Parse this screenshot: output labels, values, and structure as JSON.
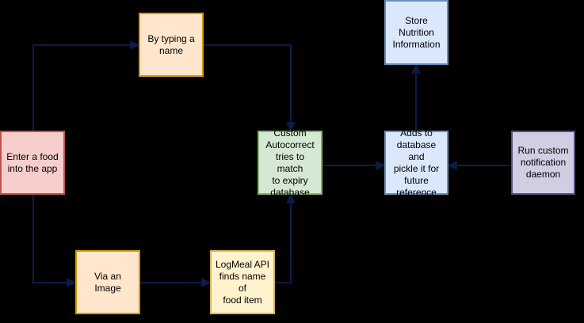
{
  "diagram": {
    "colors": {
      "background": "#000000",
      "edge": "#0d1b4a",
      "orange_fill": "#ffe6cc",
      "orange_border": "#d79b00",
      "yellow_fill": "#fff2cc",
      "yellow_border": "#d6b656",
      "blue_fill": "#dae8fc",
      "blue_border": "#6c8ebf",
      "red_fill": "#f8cecc",
      "red_border": "#b85450",
      "green_fill": "#d5e8d4",
      "green_border": "#82b366",
      "purple_fill": "#d0cee2",
      "purple_border": "#56517e"
    },
    "nodes": {
      "typing": {
        "label": "By typing a\nname",
        "fill": "#ffe6cc",
        "border": "#d79b00"
      },
      "store": {
        "label": "Store Nutrition\nInformation",
        "fill": "#dae8fc",
        "border": "#6c8ebf"
      },
      "enter": {
        "label": "Enter a food\ninto the app",
        "fill": "#f8cecc",
        "border": "#b85450"
      },
      "autocorrect": {
        "label": "Custom\nAutocorrect\ntries to match\nto expiry\ndatabase",
        "fill": "#d5e8d4",
        "border": "#82b366"
      },
      "adds": {
        "label": "Adds to\ndatabase and\npickle it for\nfuture\nreference",
        "fill": "#dae8fc",
        "border": "#6c8ebf"
      },
      "run": {
        "label": "Run custom\nnotification\ndaemon",
        "fill": "#d0cee2",
        "border": "#56517e"
      },
      "image": {
        "label": "Via an Image",
        "fill": "#ffe6cc",
        "border": "#d79b00"
      },
      "logmeal": {
        "label": "LogMeal API\nfinds name of\nfood item",
        "fill": "#fff2cc",
        "border": "#d6b656"
      }
    },
    "edges": [
      {
        "from": "enter",
        "to": "typing"
      },
      {
        "from": "enter",
        "to": "image"
      },
      {
        "from": "typing",
        "to": "autocorrect"
      },
      {
        "from": "image",
        "to": "logmeal"
      },
      {
        "from": "logmeal",
        "to": "autocorrect"
      },
      {
        "from": "autocorrect",
        "to": "adds"
      },
      {
        "from": "run",
        "to": "adds"
      },
      {
        "from": "adds",
        "to": "store"
      }
    ]
  }
}
